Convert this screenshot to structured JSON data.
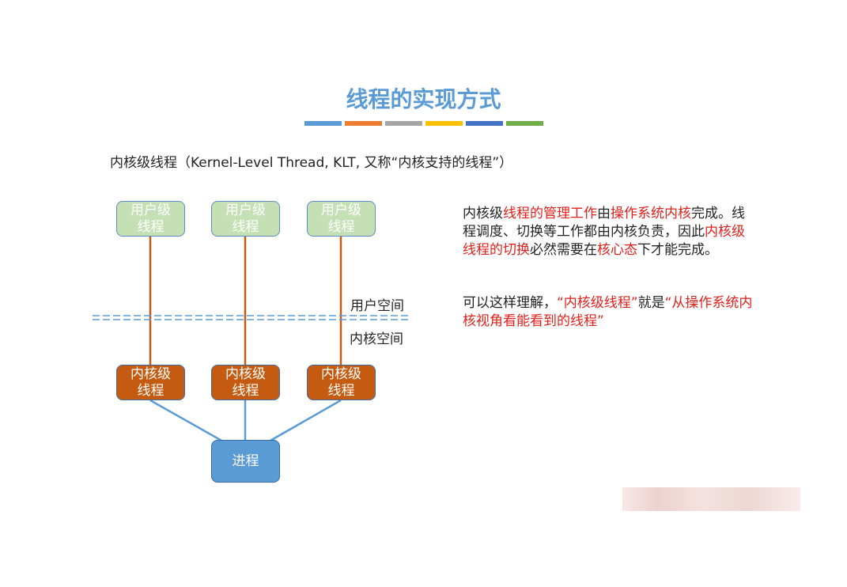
{
  "title": "线程的实现方式",
  "color_bar": [
    "#5b9bd5",
    "#ed7d31",
    "#a5a5a5",
    "#ffc000",
    "#4472c4",
    "#70ad47"
  ],
  "subtitle": "内核级线程（Kernel-Level  Thread, KLT, 又称“内核支持的线程”）",
  "diagram": {
    "user_threads": [
      "用户级\n线程",
      "用户级\n线程",
      "用户级\n线程"
    ],
    "kernel_threads": [
      "内核级\n线程",
      "内核级\n线程",
      "内核级\n线程"
    ],
    "process": "进程",
    "user_space_label": "用户空间",
    "kernel_space_label": "内核空间",
    "colors": {
      "user_box": "#c5e0b4",
      "kernel_box": "#c55a11",
      "process_box": "#5b9bd5",
      "orange_line": "#c55a11",
      "blue_line": "#5b9bd5"
    }
  },
  "description": {
    "para1": {
      "p1": "内核级",
      "p2": "线程的管理工作",
      "p3": "由",
      "p4": "操作系统内核",
      "p5": "完成。线程调度、切换等工作都由内核负责，因此",
      "p6": "内核级线程的切换",
      "p7": "必然需要在",
      "p8": "核心态",
      "p9": "下才能完成。"
    },
    "para2": {
      "p1": "可以这样理解，",
      "p2": "“内核级线程”",
      "p3": "就是",
      "p4": "“从操作系统内核视角看能看到的线程”"
    }
  }
}
